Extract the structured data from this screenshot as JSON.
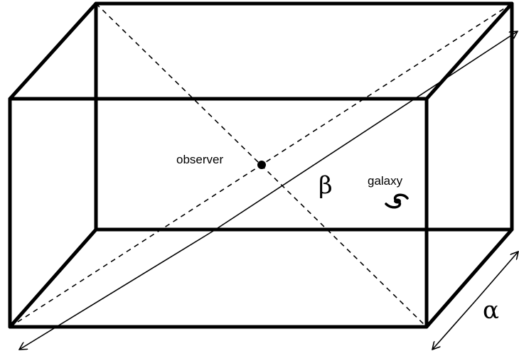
{
  "diagram": {
    "labels": {
      "observer": "observer",
      "galaxy": "galaxy",
      "beta": "β",
      "alpha": "α"
    },
    "icons": {
      "galaxy": "spiral-galaxy-icon",
      "observer": "observer-point-icon"
    },
    "colors": {
      "line": "#000000",
      "background": "#ffffff"
    }
  }
}
